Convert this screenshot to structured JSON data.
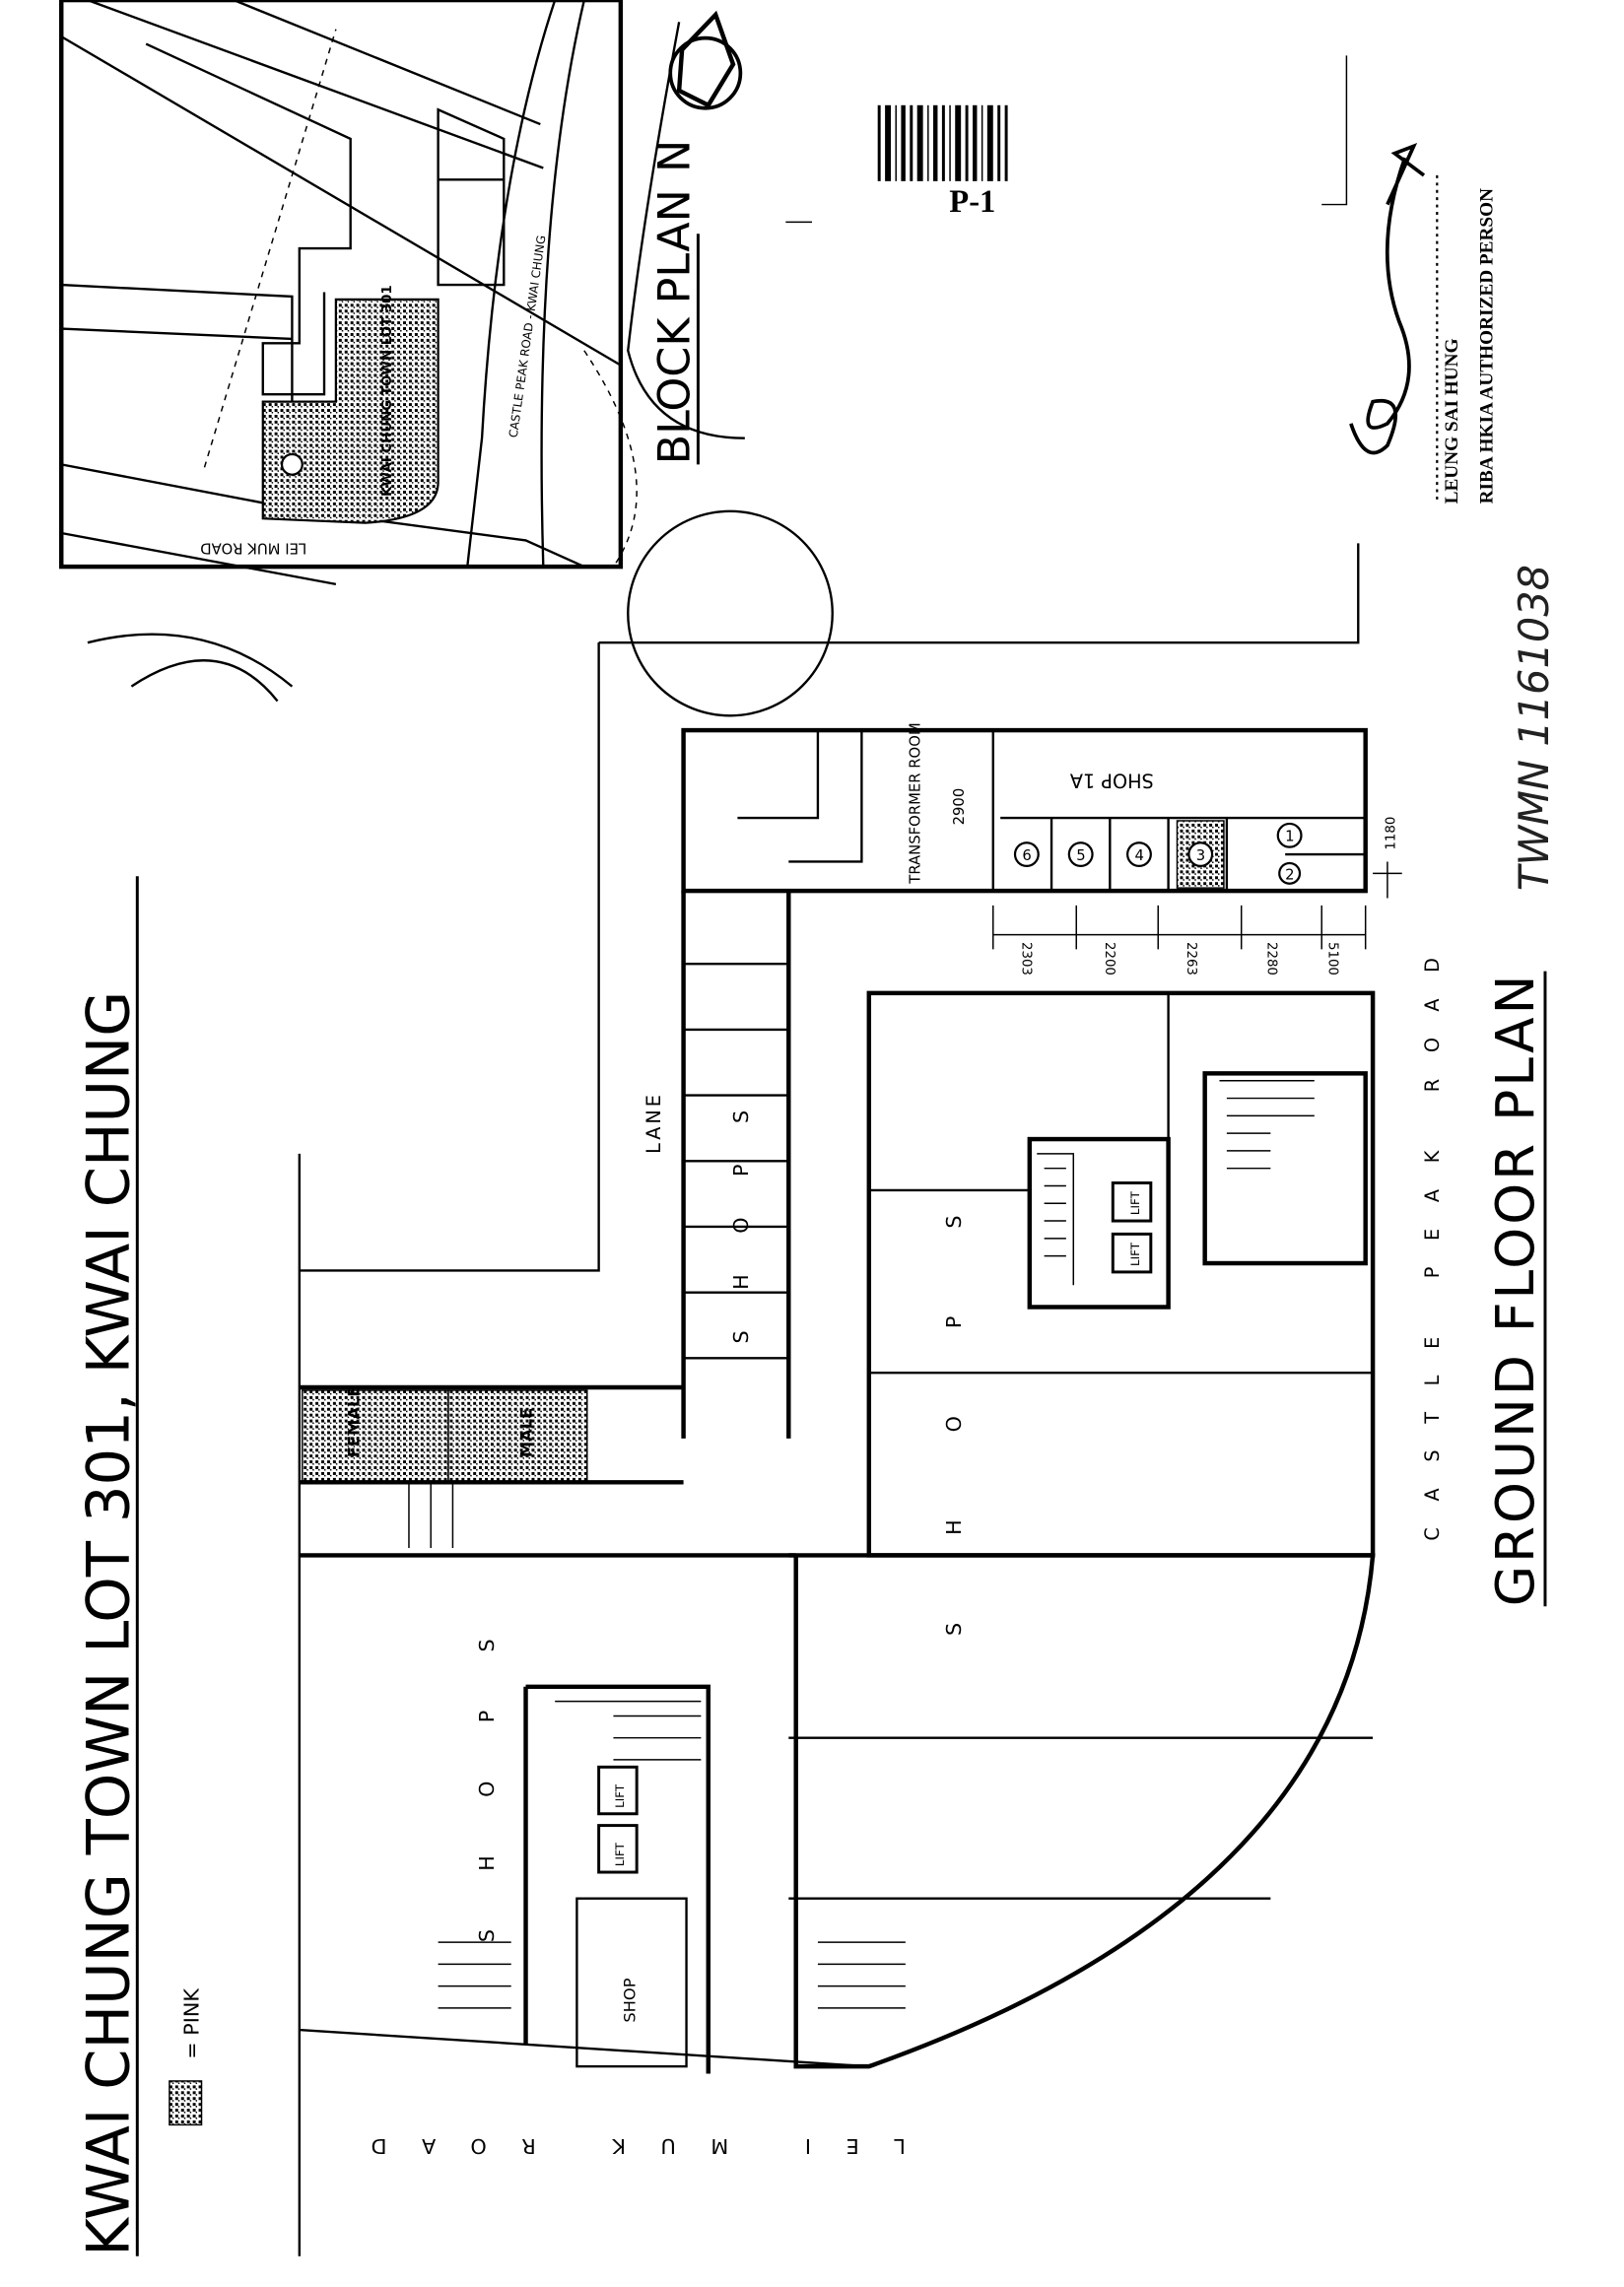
{
  "title": "KWAI CHUNG TOWN LOT 301, KWAI CHUNG",
  "legend": {
    "label": "= PINK"
  },
  "block_plan": {
    "title": "BLOCK PLAN",
    "north": "N",
    "road_lei_muk": "LEI MUK ROAD",
    "road_castle_peak": "CASTLE PEAK ROAD - KWAI CHUNG",
    "lot": "KWAI CHUNG TOWN LOT 301"
  },
  "drawing_no": "P-1",
  "signatory": {
    "name": "LEUNG SAI HUNG",
    "qualification": "RIBA HKIA AUTHORIZED PERSON"
  },
  "handwritten_ref": "TWMN 1161038",
  "ground_floor_plan": {
    "title": "GROUND FLOOR PLAN",
    "road_lane": "LANE",
    "road_castle_peak": "CASTLE PEAK ROAD",
    "road_lei_muk": "LEI MUK ROAD",
    "shops": "SHOPS",
    "shop": "SHOP",
    "shop_1a": "SHOP 1A",
    "transformer_room": "TRANSFORMER ROOM",
    "lift": "LIFT",
    "male": "MALE",
    "female": "FEMALE",
    "dimensions": {
      "transformer": "2900",
      "d1": "2303",
      "d2": "2200",
      "d3": "2263",
      "d4": "2280",
      "d5": "5100",
      "d6": "1180"
    },
    "units": [
      "1",
      "2",
      "3",
      "4",
      "5",
      "6"
    ]
  }
}
